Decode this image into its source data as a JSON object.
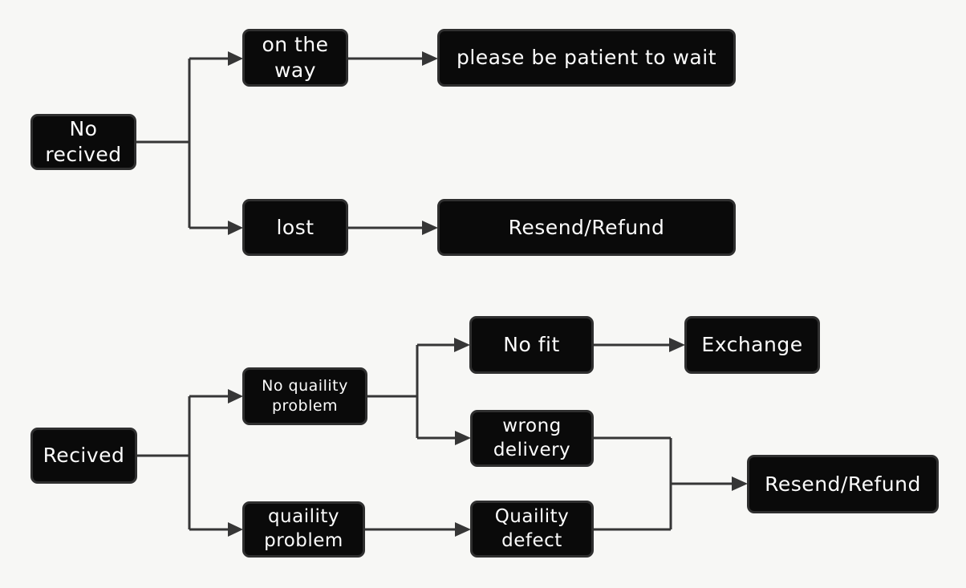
{
  "page": {
    "background": "#f7f7f5"
  },
  "theme": {
    "node_fill": "#0a0a0a",
    "node_border": "#2f2f2f",
    "node_text": "#fcfcfc",
    "connector": "#363636"
  },
  "diagram": {
    "type": "flowchart",
    "nodes": {
      "no_received": {
        "label": "No\nrecived"
      },
      "on_the_way": {
        "label": "on the\nway"
      },
      "please_wait": {
        "label": "please be patient to wait"
      },
      "lost": {
        "label": "lost"
      },
      "resend_refund_top": {
        "label": "Resend/Refund"
      },
      "received": {
        "label": "Recived"
      },
      "no_quality_problem": {
        "label": "No quaility\nproblem"
      },
      "quality_problem": {
        "label": "quaility\nproblem"
      },
      "no_fit": {
        "label": "No fit"
      },
      "wrong_delivery": {
        "label": "wrong\ndelivery"
      },
      "quality_defect": {
        "label": "Quaility\ndefect"
      },
      "exchange": {
        "label": "Exchange"
      },
      "resend_refund_bottom": {
        "label": "Resend/Refund"
      }
    },
    "edges": [
      {
        "from": "no_received",
        "to": "on_the_way"
      },
      {
        "from": "no_received",
        "to": "lost"
      },
      {
        "from": "on_the_way",
        "to": "please_wait"
      },
      {
        "from": "lost",
        "to": "resend_refund_top"
      },
      {
        "from": "received",
        "to": "no_quality_problem"
      },
      {
        "from": "received",
        "to": "quality_problem"
      },
      {
        "from": "no_quality_problem",
        "to": "no_fit"
      },
      {
        "from": "no_quality_problem",
        "to": "wrong_delivery"
      },
      {
        "from": "no_fit",
        "to": "exchange"
      },
      {
        "from": "quality_problem",
        "to": "quality_defect"
      },
      {
        "from": "wrong_delivery",
        "to": "resend_refund_bottom"
      },
      {
        "from": "quality_defect",
        "to": "resend_refund_bottom"
      }
    ]
  }
}
